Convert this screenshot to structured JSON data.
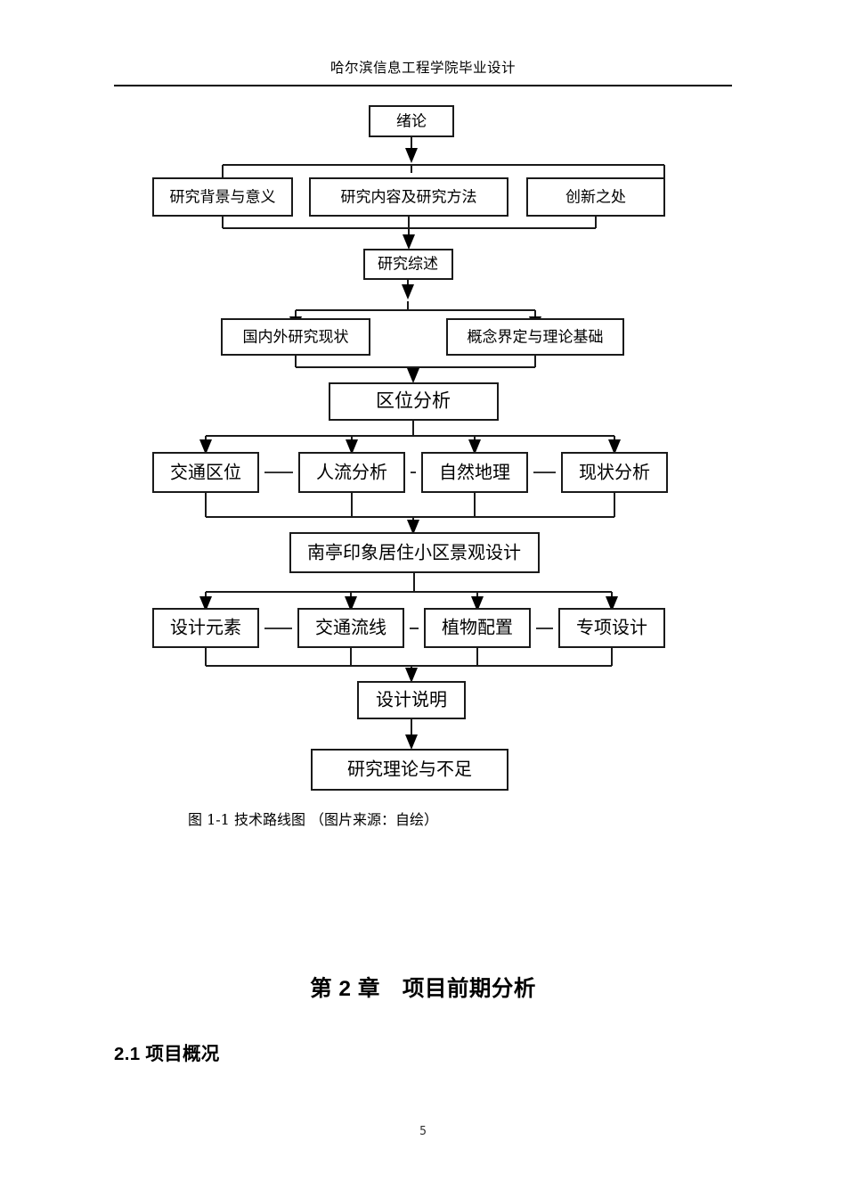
{
  "header": {
    "text": "哈尔滨信息工程学院毕业设计"
  },
  "figure": {
    "caption": "图 1-1 技术路线图 （图片来源：自绘）",
    "nodes": {
      "intro": "绪论",
      "r1c1": "研究背景与意义",
      "r1c2": "研究内容及研究方法",
      "r1c3": "创新之处",
      "review": "研究综述",
      "r2c1": "国内外研究现状",
      "r2c2": "概念界定与理论基础",
      "location": "区位分析",
      "r3c1": "交通区位",
      "r3c2": "人流分析",
      "r3c3": "自然地理",
      "r3c4": "现状分析",
      "design": "南亭印象居住小区景观设计",
      "r4c1": "设计元素",
      "r4c2": "交通流线",
      "r4c3": "植物配置",
      "r4c4": "专项设计",
      "statement": "设计说明",
      "conclusion": "研究理论与不足"
    }
  },
  "body": {
    "chapter_heading": "第 2 章　项目前期分析",
    "section_heading": "2.1 项目概况"
  },
  "footer": {
    "page_number": "5"
  },
  "colors": {
    "ink": "#000000",
    "line": "#1a1a1a",
    "paper": "#ffffff"
  }
}
